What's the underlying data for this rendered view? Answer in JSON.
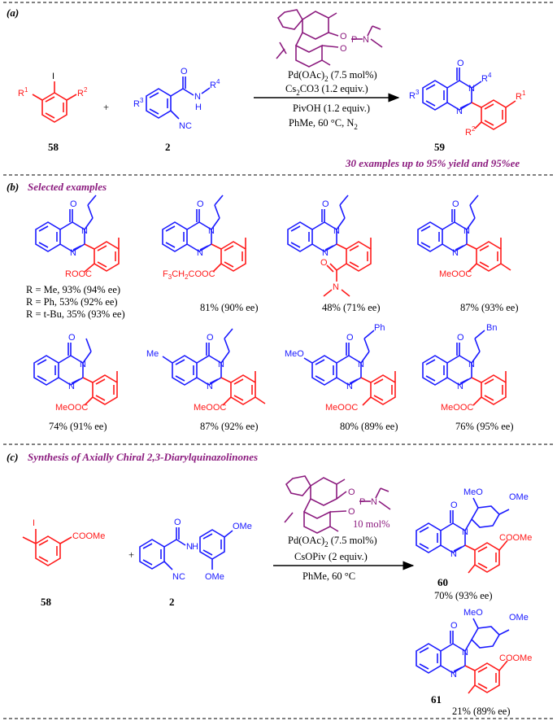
{
  "panel_a": {
    "label": "(a)",
    "reactant1": {
      "number": "58",
      "sub1": "R",
      "sub1_idx": "1",
      "sub2": "R",
      "sub2_idx": "2",
      "halogen": "I"
    },
    "plus": "+",
    "reactant2": {
      "number": "2",
      "r3": "R",
      "r3_idx": "3",
      "r4": "R",
      "r4_idx": "4",
      "nh": "N",
      "h": "H",
      "o": "O",
      "nc": "NC"
    },
    "ligand": {
      "o1": "O",
      "p": "P",
      "n": "N",
      "o2": "O"
    },
    "conditions": [
      "Pd(OAc)",
      "Cs",
      "CO3 (1.2 equiv.)",
      "PivOH (1.2 equiv.)",
      "PhMe, 60 °C, N"
    ],
    "cond_sub": {
      "pd": "2",
      "cs1": "2",
      "n2": "2"
    },
    "cond_pd_rest": " (7.5 mol%)",
    "product": {
      "number": "59",
      "r1": "R",
      "r1_idx": "1",
      "r2": "R",
      "r2_idx": "2",
      "r3": "R",
      "r3_idx": "3",
      "r4": "R",
      "r4_idx": "4",
      "o": "O",
      "n1": "N",
      "n2": "N"
    },
    "highlight": "30 examples up to 95% yield and 95%ee"
  },
  "panel_b": {
    "label": "(b)",
    "title": "Selected examples",
    "examples": [
      {
        "lines": [
          "R = Me, 93% (94% ee)",
          "R = Ph, 53% (92% ee)",
          "R = t-Bu, 35% (93% ee)"
        ],
        "ester": "ROOC"
      },
      {
        "lines": [
          "81% (90% ee)"
        ],
        "ester": "F3CH2COOC"
      },
      {
        "lines": [
          "48% (71% ee)"
        ],
        "ester": "amide"
      },
      {
        "lines": [
          "87% (93% ee)"
        ],
        "ester": "MeOOC"
      },
      {
        "lines": [
          "74% (91% ee)"
        ],
        "ester": "MeOOC"
      },
      {
        "lines": [
          "87% (92% ee)"
        ],
        "ester": "MeOOC"
      },
      {
        "lines": [
          "80% (89% ee)"
        ],
        "ester": "MeOOC"
      },
      {
        "lines": [
          "76% (95% ee)"
        ],
        "ester": "MeOOC"
      }
    ],
    "labels": {
      "rooc": "ROOC",
      "f3": "F",
      "f3_sub": "3",
      "ch2": "CH",
      "ch2_sub": "2",
      "cooc": "COOC",
      "meooc": "MeOOC",
      "me": "Me",
      "meo": "MeO",
      "ph": "Ph",
      "bn": "Bn",
      "o": "O",
      "n": "N",
      "amide_n": "N"
    }
  },
  "panel_c": {
    "label": "(c)",
    "title": "Synthesis of Axially Chiral 2,3-Diarylquinazolinones",
    "reactant1": {
      "number": "58",
      "i": "I",
      "ester": "COOMe"
    },
    "plus": "+",
    "reactant2": {
      "number": "2",
      "ome1": "OMe",
      "ome2": "OMe",
      "nh": "N",
      "h": "H",
      "o": "O",
      "nc": "NC"
    },
    "ligand": {
      "o1": "O",
      "p": "P",
      "n": "N",
      "o2": "O",
      "loading": "10 mol%"
    },
    "conditions": [
      "Pd(OAc)",
      "CsOPiv (2 equiv.)",
      "PhMe, 60 °C"
    ],
    "cond_sub": "2",
    "cond_pd_rest": " (7.5 mol%)",
    "products": [
      {
        "number": "60",
        "yield": "70% (93% ee)"
      },
      {
        "number": "61",
        "yield": "21% (89% ee)"
      }
    ],
    "prod_labels": {
      "meo": "MeO",
      "ome": "OMe",
      "coome": "COOMe",
      "o": "O",
      "n": "N"
    }
  }
}
